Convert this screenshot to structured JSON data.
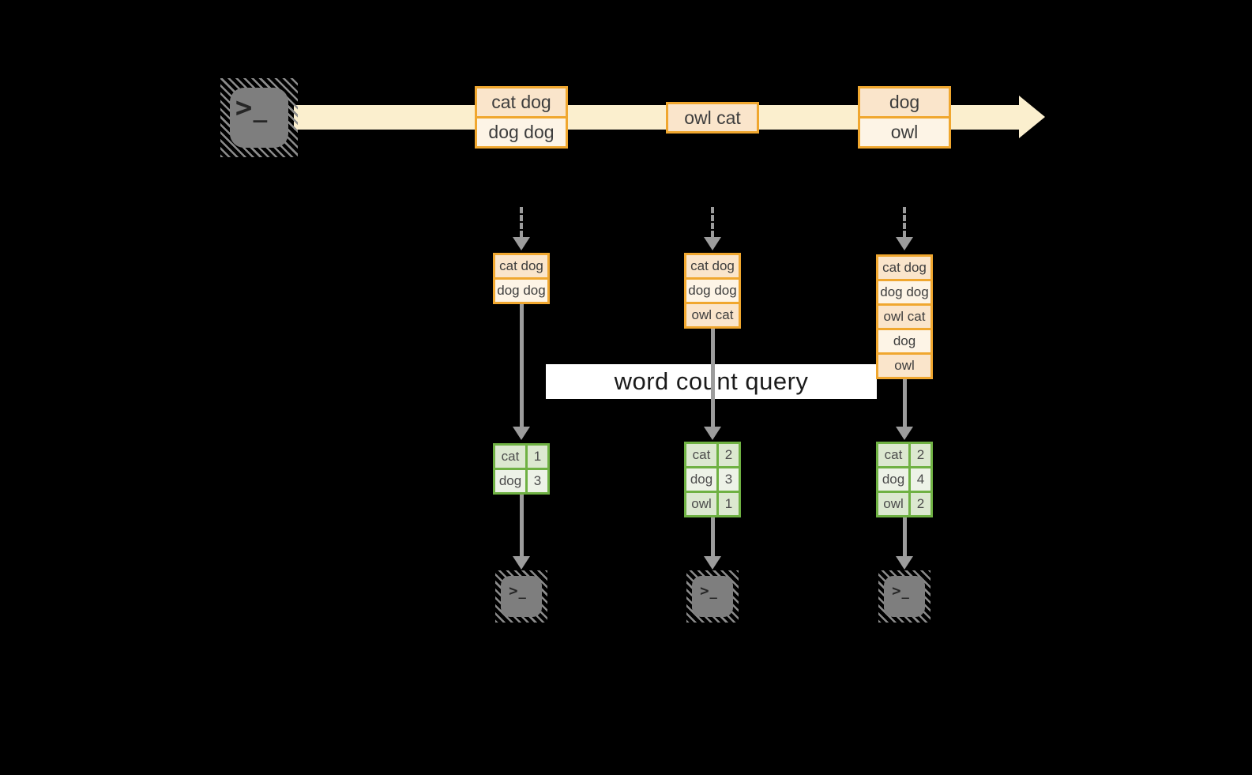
{
  "colors": {
    "background": "#000000",
    "stream_band": "#FBEFCE",
    "input_box_border": "#F0A72F",
    "input_fill_dark": "#FAE5CB",
    "input_fill_light": "#FDF4E6",
    "count_table_border": "#6FB143",
    "count_fill_dark": "#DCE8D0",
    "count_fill_light": "#EDF2E7",
    "arrow_gray": "#9C9C9C",
    "terminal_gray": "#7E7E7E",
    "banner_background": "#FFFFFF",
    "banner_text": "#1B1B1B",
    "box_text": "#3D3D3D"
  },
  "icons": {
    "terminal_chevron": ">",
    "terminal_underscore": "_"
  },
  "stream": {
    "batches": [
      {
        "lines": [
          "cat dog",
          "dog dog"
        ]
      },
      {
        "lines": [
          "owl cat"
        ]
      },
      {
        "lines": [
          "dog",
          "owl"
        ]
      }
    ]
  },
  "micro_batch_inputs": [
    {
      "lines": [
        "cat dog",
        "dog dog"
      ]
    },
    {
      "lines": [
        "cat dog",
        "dog dog",
        "owl cat"
      ]
    },
    {
      "lines": [
        "cat dog",
        "dog dog",
        "owl cat",
        "dog",
        "owl"
      ]
    }
  ],
  "query": {
    "label": "word count query"
  },
  "word_counts": [
    {
      "rows": [
        {
          "word": "cat",
          "count": "1"
        },
        {
          "word": "dog",
          "count": "3"
        }
      ]
    },
    {
      "rows": [
        {
          "word": "cat",
          "count": "2"
        },
        {
          "word": "dog",
          "count": "3"
        },
        {
          "word": "owl",
          "count": "1"
        }
      ]
    },
    {
      "rows": [
        {
          "word": "cat",
          "count": "2"
        },
        {
          "word": "dog",
          "count": "4"
        },
        {
          "word": "owl",
          "count": "2"
        }
      ]
    }
  ]
}
